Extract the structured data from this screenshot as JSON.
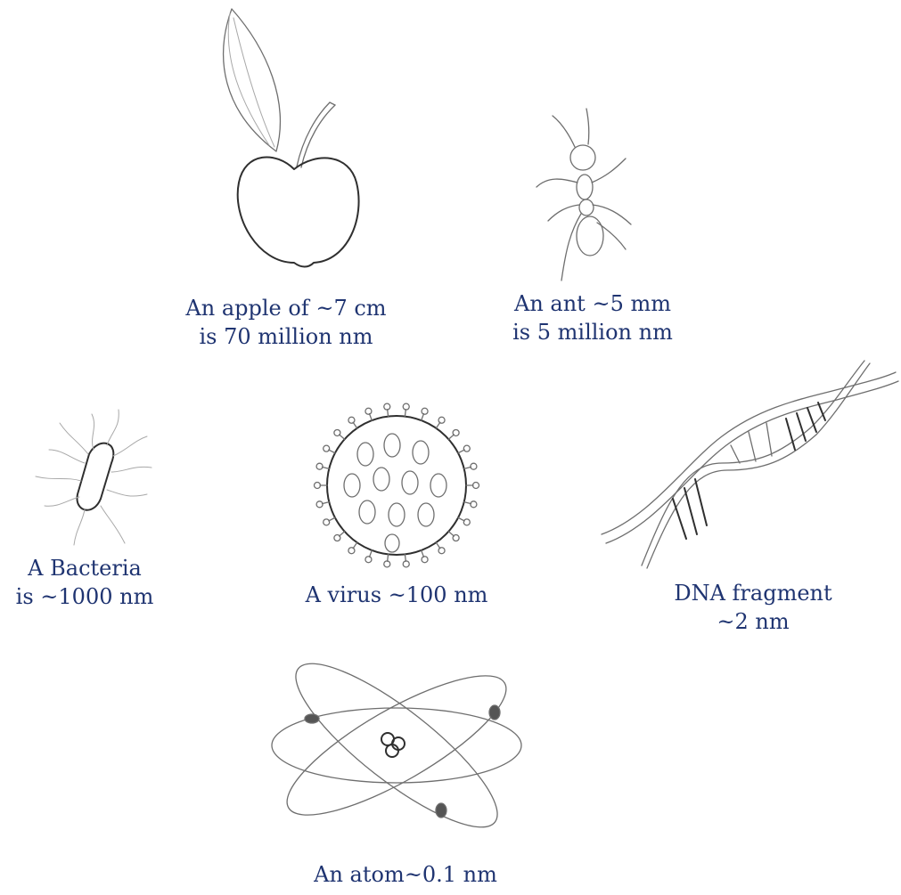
{
  "items": {
    "apple": {
      "line1": "An apple of ~7 cm",
      "line2": "is 70 million nm"
    },
    "ant": {
      "line1": "An ant ~5 mm",
      "line2": "is 5 million nm"
    },
    "bacteria": {
      "line1": "A Bacteria",
      "line2": "is ~1000 nm"
    },
    "virus": {
      "line1": "A virus ~100 nm"
    },
    "dna": {
      "line1": "DNA fragment",
      "line2": "~2 nm"
    },
    "atom": {
      "line1": "An atom~0.1 nm"
    }
  },
  "colors": {
    "label_text": "#1f3471",
    "pencil": "#6e6e6e"
  }
}
